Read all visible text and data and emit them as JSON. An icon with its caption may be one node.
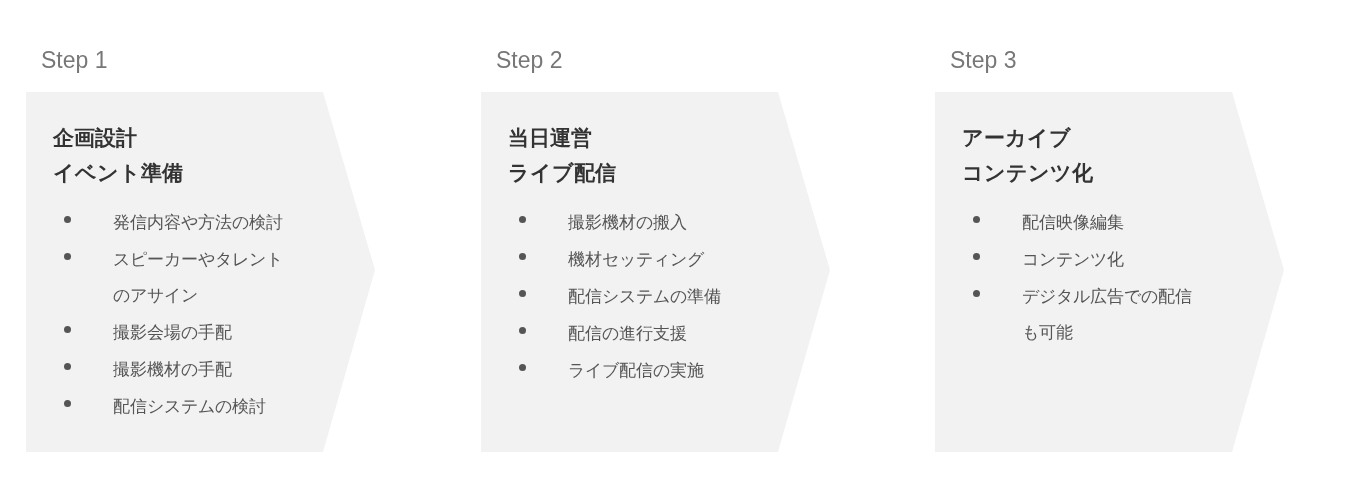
{
  "diagram": {
    "nodes": [
      {
        "text": [
          "Step 1",
          "企画設計",
          "イベント準備",
          "発信内容や方法の検討",
          "スピーカーやタレントのアサイン",
          "撮影会場の手配",
          "撮影機材の手配",
          "配信システムの検討"
        ]
      },
      {
        "text": [
          "Step 2",
          "当日運営",
          "ライブ配信",
          "撮影機材の搬入",
          "機材セッティング",
          "配信システムの準備",
          "配信の進行支援",
          "ライブ配信の実施"
        ]
      },
      {
        "text": [
          "Step 3",
          "アーカイブ",
          "コンテンツ化",
          "配信映像編集",
          "コンテンツ化",
          "デジタル広告での配信も可能"
        ]
      }
    ]
  }
}
